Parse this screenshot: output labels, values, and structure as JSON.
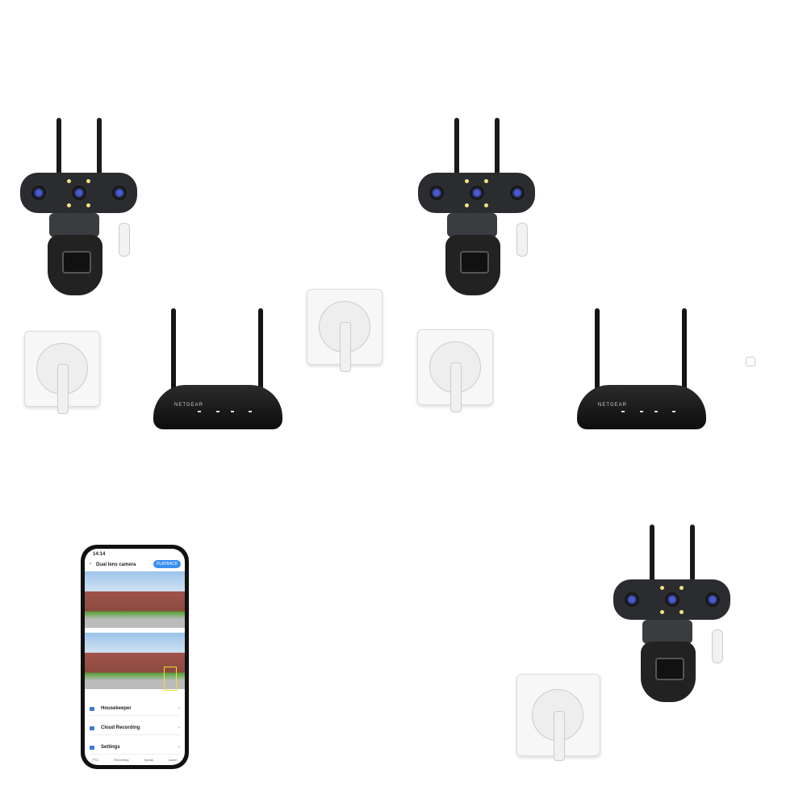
{
  "router": {
    "brand": "NETGEAR"
  },
  "phone": {
    "time": "14:14",
    "title": "Dual lens camera",
    "playback_label": "PLAYBACK",
    "menu": [
      {
        "label": "Housekeeper"
      },
      {
        "label": "Cloud Recording"
      },
      {
        "label": "Settings"
      }
    ],
    "tabs": [
      {
        "label": "PTZ"
      },
      {
        "label": "Recording"
      },
      {
        "label": "Speak"
      },
      {
        "label": "Alarm"
      }
    ]
  },
  "colors": {
    "accent": "#3a8ef0",
    "camera": "#2a2c30",
    "detection_box": "#f2e12a"
  }
}
